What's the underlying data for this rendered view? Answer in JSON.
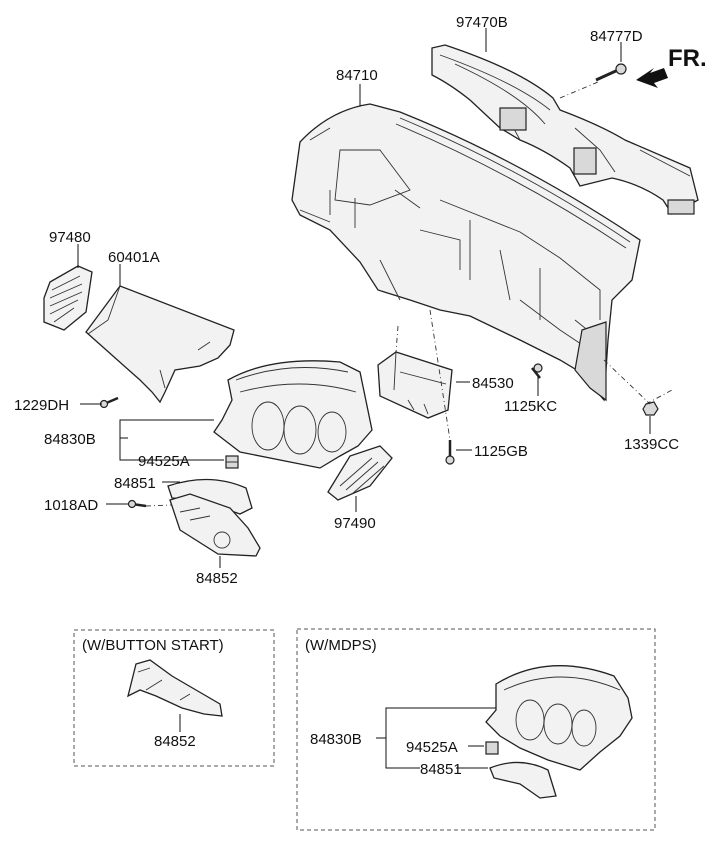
{
  "direction_marker": {
    "text": "FR."
  },
  "labels": {
    "p97470B": "97470B",
    "p84777D": "84777D",
    "p84710": "84710",
    "p97480": "97480",
    "p60401A": "60401A",
    "p1229DH": "1229DH",
    "p84530": "84530",
    "p1125KC": "1125KC",
    "p1339CC": "1339CC",
    "p84830B": "84830B",
    "p94525A": "94525A",
    "p1125GB": "1125GB",
    "p84851": "84851",
    "p1018AD": "1018AD",
    "p97490": "97490",
    "p84852": "84852"
  },
  "variant_button_start": {
    "title": "(W/BUTTON START)",
    "label_84852": "84852"
  },
  "variant_mdps": {
    "title": "(W/MDPS)",
    "label_84830B": "84830B",
    "label_94525A": "94525A",
    "label_84851": "84851"
  }
}
